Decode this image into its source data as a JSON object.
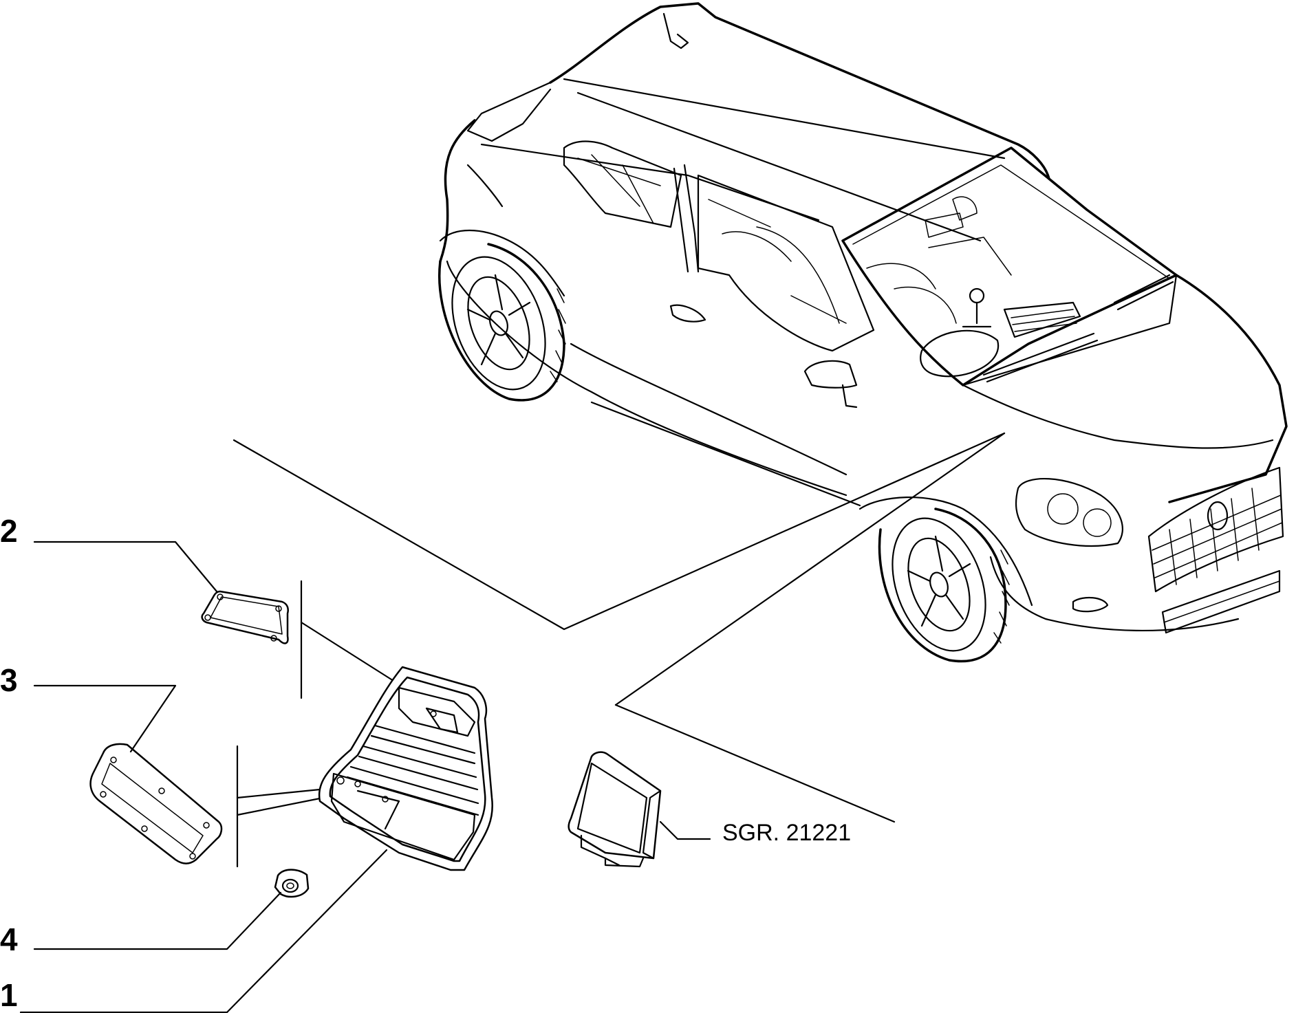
{
  "diagram": {
    "callouts": [
      {
        "id": "2",
        "label": "2"
      },
      {
        "id": "3",
        "label": "3"
      },
      {
        "id": "4",
        "label": "4"
      },
      {
        "id": "1",
        "label": "1"
      }
    ],
    "reference": {
      "label": "SGR. 21221"
    },
    "colors": {
      "line": "#000000",
      "background": "#ffffff"
    }
  }
}
